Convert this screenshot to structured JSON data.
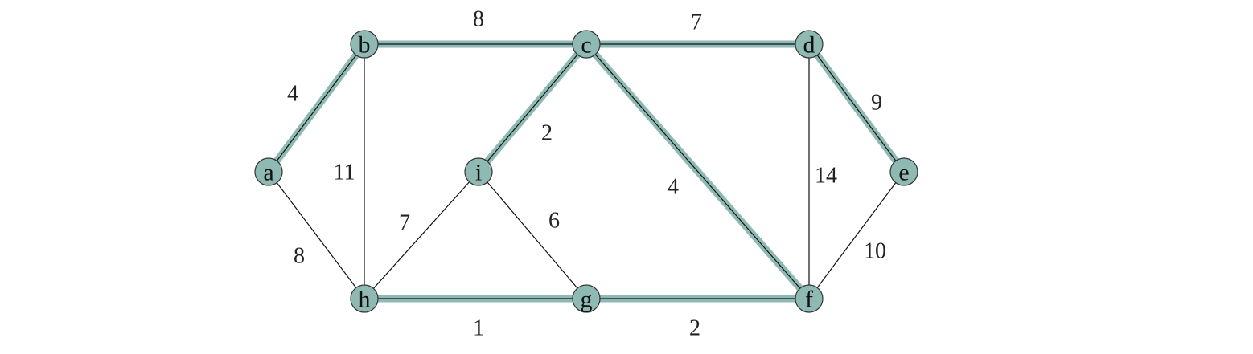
{
  "graph": {
    "colors": {
      "node_fill": "#8fbab4",
      "node_stroke": "#333333",
      "highlight": "#8fbab4",
      "edge": "#111111"
    },
    "nodes": [
      {
        "id": "a",
        "label": "a"
      },
      {
        "id": "b",
        "label": "b"
      },
      {
        "id": "c",
        "label": "c"
      },
      {
        "id": "d",
        "label": "d"
      },
      {
        "id": "e",
        "label": "e"
      },
      {
        "id": "f",
        "label": "f"
      },
      {
        "id": "g",
        "label": "g"
      },
      {
        "id": "h",
        "label": "h"
      },
      {
        "id": "i",
        "label": "i"
      }
    ],
    "edges": [
      {
        "from": "a",
        "to": "b",
        "weight": "4",
        "highlighted": true
      },
      {
        "from": "b",
        "to": "c",
        "weight": "8",
        "highlighted": true
      },
      {
        "from": "c",
        "to": "d",
        "weight": "7",
        "highlighted": true
      },
      {
        "from": "d",
        "to": "e",
        "weight": "9",
        "highlighted": true
      },
      {
        "from": "b",
        "to": "h",
        "weight": "11",
        "highlighted": false
      },
      {
        "from": "c",
        "to": "i",
        "weight": "2",
        "highlighted": true
      },
      {
        "from": "c",
        "to": "f",
        "weight": "4",
        "highlighted": true
      },
      {
        "from": "d",
        "to": "f",
        "weight": "14",
        "highlighted": false
      },
      {
        "from": "a",
        "to": "h",
        "weight": "8",
        "highlighted": false
      },
      {
        "from": "h",
        "to": "i",
        "weight": "7",
        "highlighted": false
      },
      {
        "from": "i",
        "to": "g",
        "weight": "6",
        "highlighted": false
      },
      {
        "from": "e",
        "to": "f",
        "weight": "10",
        "highlighted": false
      },
      {
        "from": "h",
        "to": "g",
        "weight": "1",
        "highlighted": true
      },
      {
        "from": "g",
        "to": "f",
        "weight": "2",
        "highlighted": true
      }
    ]
  }
}
